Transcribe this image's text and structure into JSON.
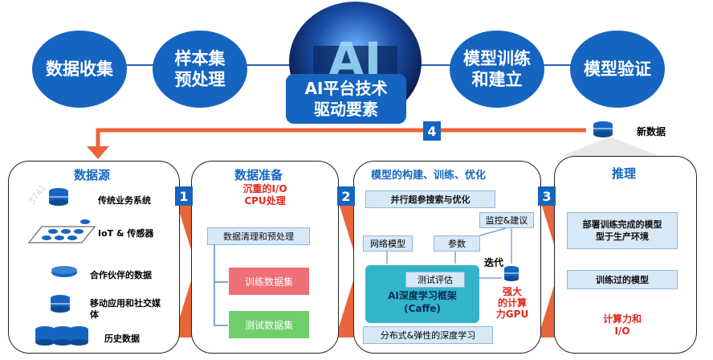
{
  "top": {
    "step1": "数据收集",
    "step2": "样本集\n预处理",
    "center": "AI平台技术\n驱动要素",
    "step4": "模型训练\n和建立",
    "step5": "模型验证"
  },
  "feedback": {
    "number": "4",
    "label": "新数据"
  },
  "panel1": {
    "title": "数据源",
    "items": [
      "传统业务系统",
      "IoT & 传感器",
      "合作伙伴的数据",
      "移动应用和社交媒\n体",
      "历史数据"
    ]
  },
  "panel2": {
    "number": "1",
    "title": "数据准备",
    "subtitle": "沉重的I/O\nCPU处理",
    "clean": "数据清理和预处理",
    "train": "训练数据集",
    "test": "测试数据集"
  },
  "panel3": {
    "number": "2",
    "title": "模型的构建、训练、优化",
    "hyper": "并行超参搜索与优化",
    "monitor": "监控&建议",
    "network": "网络模型",
    "params": "参数",
    "iterate": "迭代",
    "evaluate": "测试评估",
    "framework": "AI深度学习框架\n(Caffe)",
    "gpu": "强大\n的计算\n力GPU",
    "distributed": "分布式&弹性的深度学习"
  },
  "panel4": {
    "number": "3",
    "title": "推理",
    "deploy": "部署训练完成的模型\n型于生产环境",
    "trained": "训练过的模型",
    "compute": "计算力和\nI/O"
  },
  "colors": {
    "blue": "#1565c0",
    "orange": "#e8663a",
    "red": "#e0261b",
    "green": "#6fcf6a",
    "pink": "#ef6f77"
  }
}
